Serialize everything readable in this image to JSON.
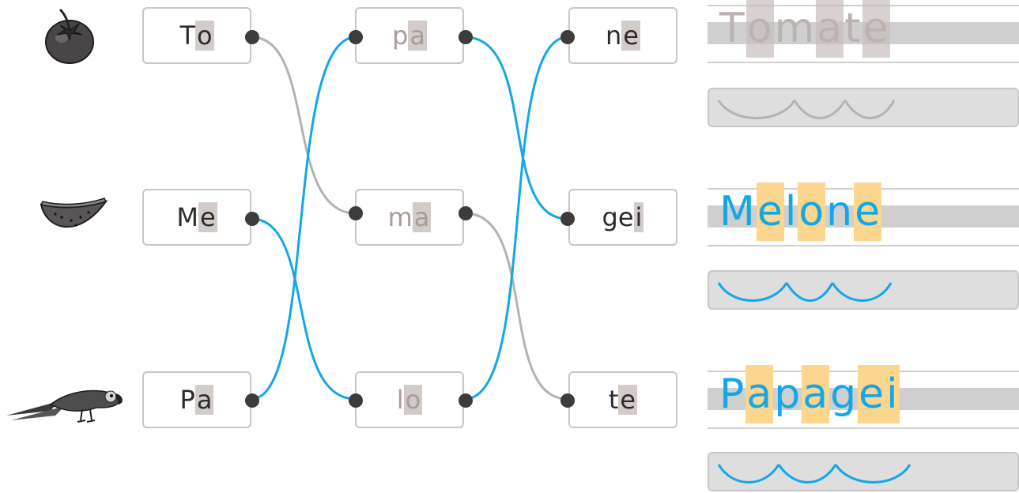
{
  "colors": {
    "blue": "#12a7e8",
    "grey_line": "#b5b2b1",
    "dot": "#3d3b3c",
    "highlight_grey": "#d2cbc8",
    "highlight_yellow": "#fcd58e"
  },
  "pictures": [
    {
      "name": "tomato-icon"
    },
    {
      "name": "melon-slice-icon"
    },
    {
      "name": "parrot-icon"
    }
  ],
  "col1": [
    {
      "pre": "T",
      "hl": "o"
    },
    {
      "pre": "M",
      "hl": "e"
    },
    {
      "pre": "P",
      "hl": "a"
    }
  ],
  "col2": [
    {
      "pre": "p",
      "hl": "a"
    },
    {
      "pre": "m",
      "hl": "a"
    },
    {
      "pre": "l",
      "hl": "o"
    }
  ],
  "col3": [
    {
      "pre": "n",
      "hl": "e"
    },
    {
      "pre": "ge",
      "hl": "i"
    },
    {
      "pre": "t",
      "hl": "e"
    }
  ],
  "words": [
    {
      "text": "Tomate",
      "color": "grey"
    },
    {
      "text": "Melone",
      "color": "blue"
    },
    {
      "text": "Papagei",
      "color": "blue"
    }
  ]
}
